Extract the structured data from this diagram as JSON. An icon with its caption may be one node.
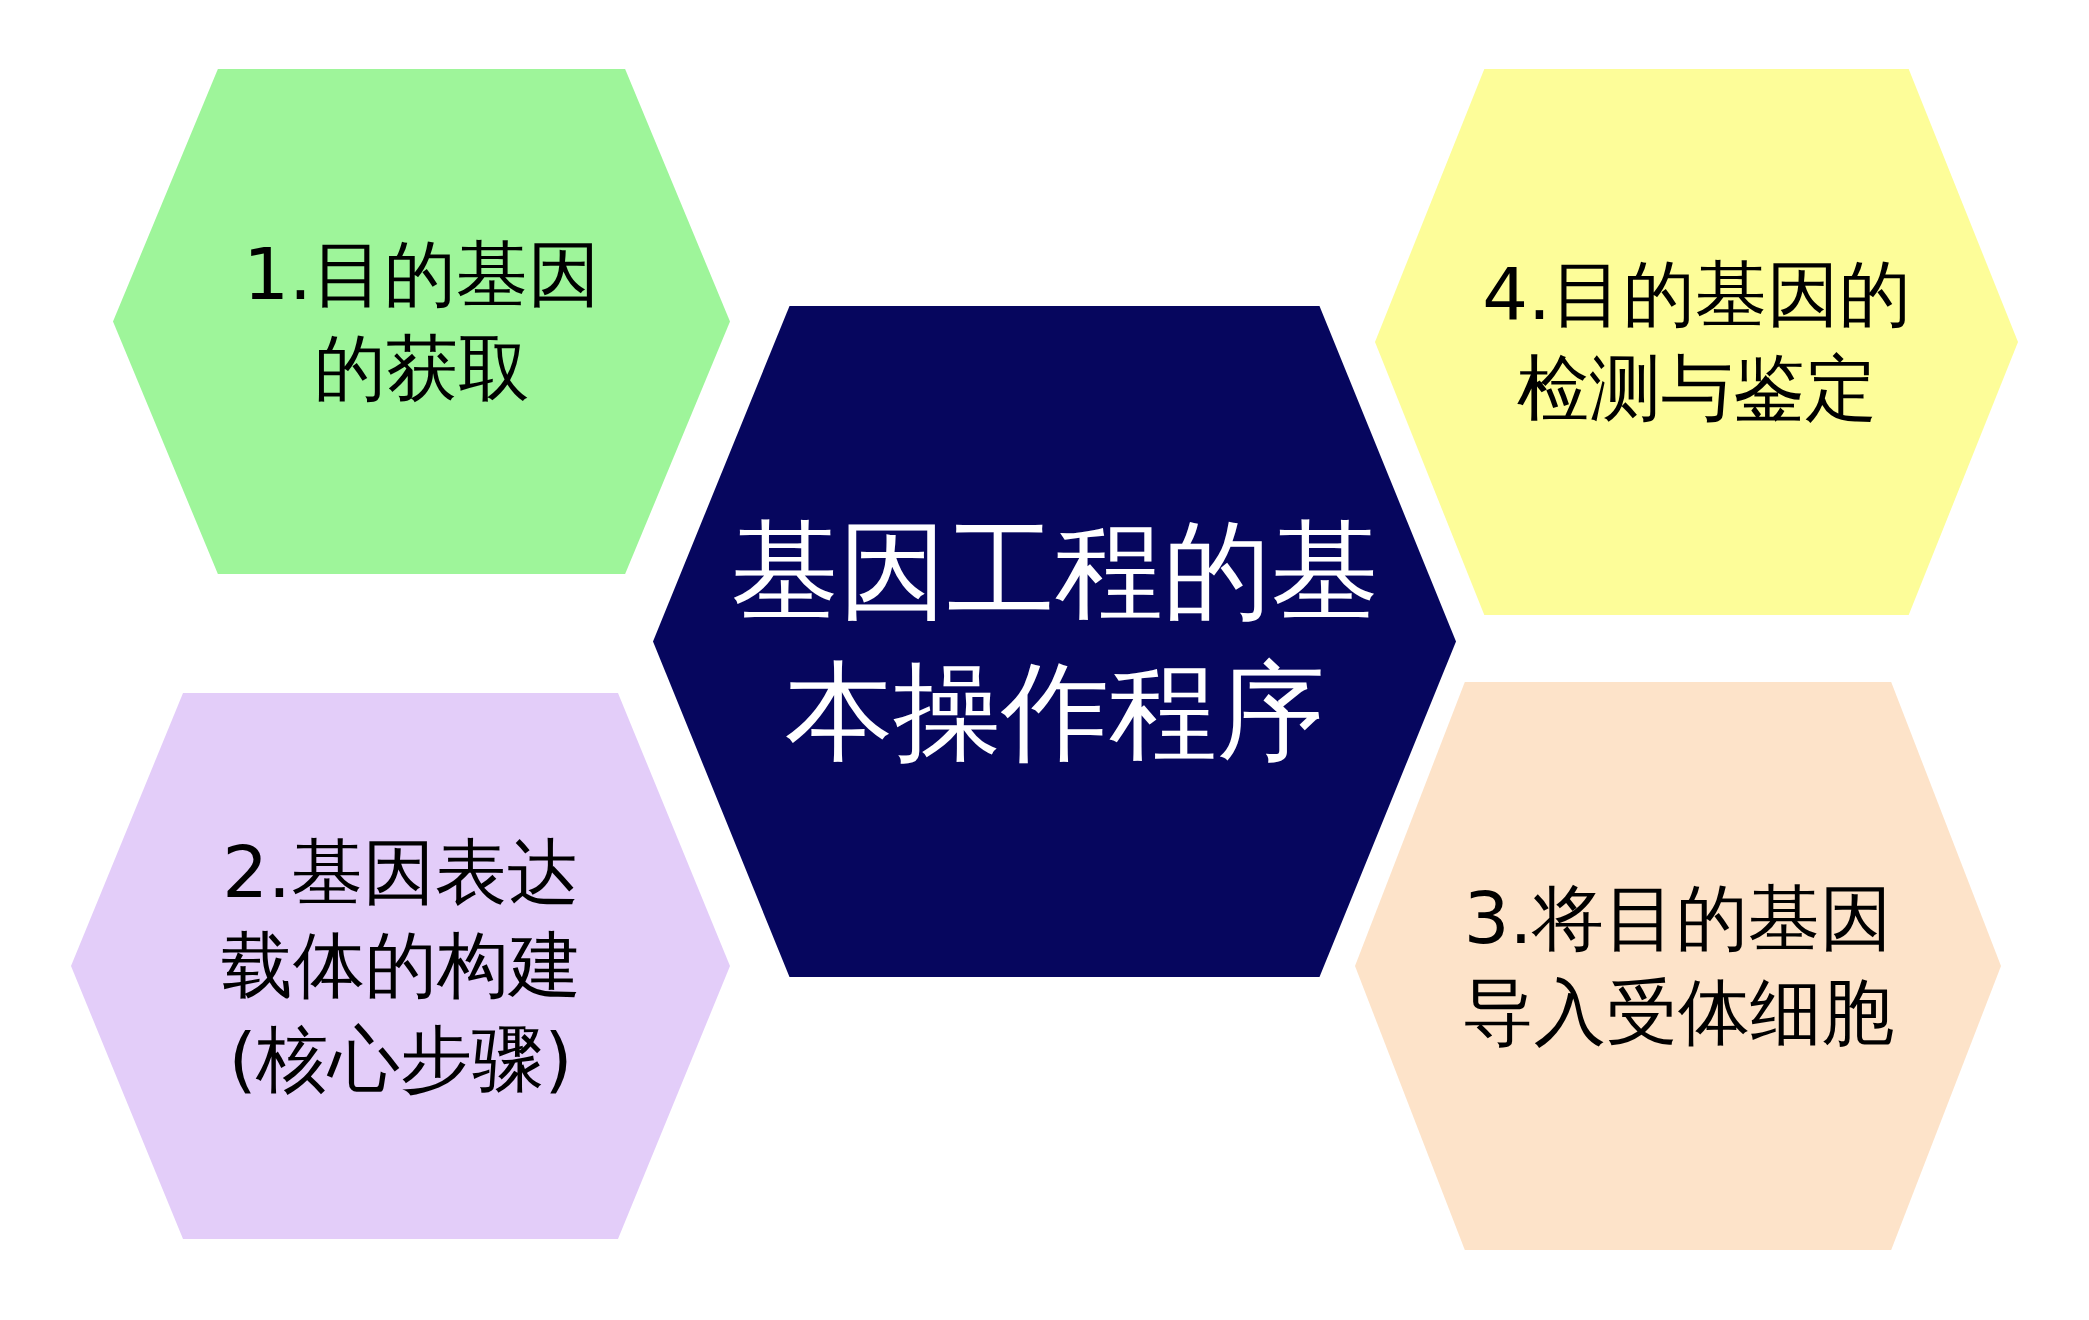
{
  "diagram": {
    "nodes": [
      {
        "text": [
          "1.目的基因的获取"
        ]
      },
      {
        "text": [
          "4.目的基因的检测与鉴定"
        ]
      },
      {
        "text": [
          "基因工程的基本操作程序"
        ]
      },
      {
        "text": [
          "2.基因表达载体的构建(核心步骤)"
        ]
      },
      {
        "text": [
          "3.将目的基因导入受体细胞"
        ]
      }
    ],
    "edges": []
  }
}
